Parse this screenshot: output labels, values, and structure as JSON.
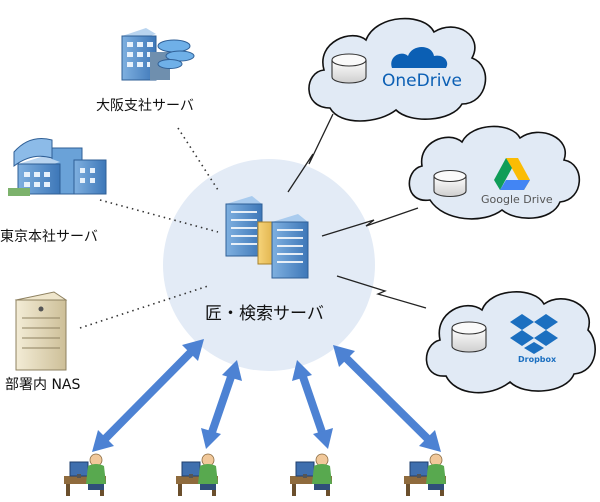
{
  "center": {
    "label": "匠・検索サーバ"
  },
  "servers": {
    "osaka": {
      "label": "大阪支社サーバ"
    },
    "tokyo": {
      "label": "東京本社サーバ"
    },
    "nas": {
      "label": "部署内 NAS"
    }
  },
  "clouds": {
    "onedrive": {
      "label": "OneDrive",
      "color": "#0b5fb4"
    },
    "gdrive": {
      "label": "Google Drive",
      "color": "#555555"
    },
    "dropbox": {
      "label": "Dropbox",
      "color": "#1b6fc0"
    }
  },
  "colors": {
    "center_circle": "#e3ebf6",
    "cloud_fill": "#e1eaf5",
    "arrow": "#4d82d3",
    "line": "#333333"
  }
}
